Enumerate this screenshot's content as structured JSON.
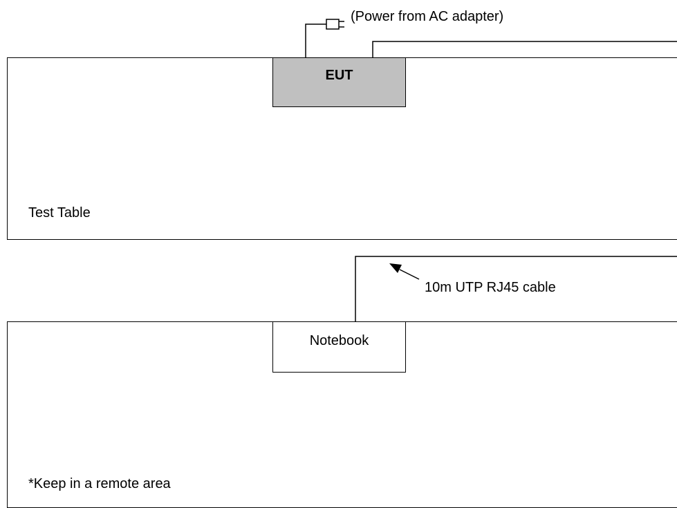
{
  "power_label": "(Power from AC adapter)",
  "eut_label": "EUT",
  "test_table_label": "Test Table",
  "cable_label": "10m UTP RJ45 cable",
  "notebook_label": "Notebook",
  "remote_note": "*Keep in a remote area",
  "colors": {
    "eut_fill": "#c0c0c0",
    "line": "#000000",
    "background": "#ffffff"
  }
}
